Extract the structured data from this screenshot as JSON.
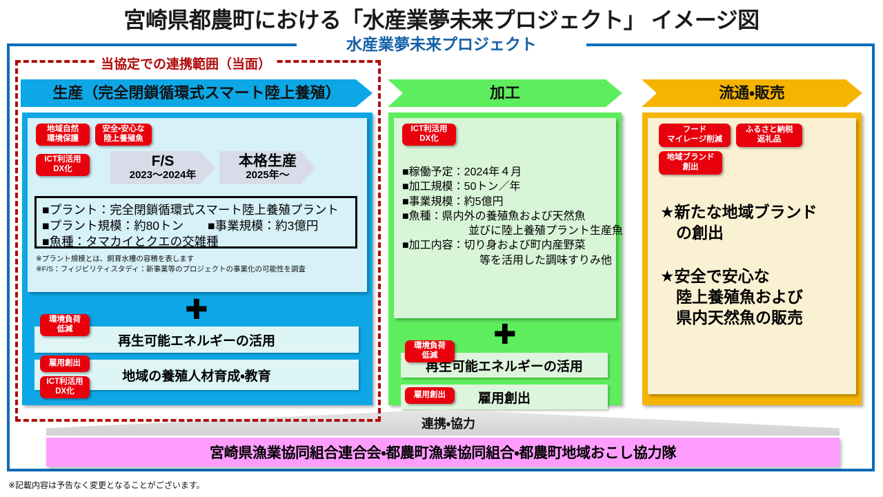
{
  "document": {
    "title": "宮崎県都農町における「水産業夢未来プロジェクト」 イメージ図",
    "frame_title": "水産業夢未来プロジェクト",
    "scope_label": "当協定での連携範囲（当面）",
    "footnote": "※記載内容は予告なく変更となることがございます。"
  },
  "colors": {
    "frame_blue": "#0d6cb8",
    "production_blue": "#0da7e6",
    "processing_green": "#5ded5d",
    "distribution_orange": "#f5b400",
    "tag_red": "#e8000d",
    "scope_red": "#b00b0b",
    "pink": "#ff9dff",
    "phase_gray": "#d8dce8"
  },
  "production": {
    "banner": "生産（完全閉鎖循環式スマート陸上養殖）",
    "tags": [
      {
        "text": "地域自然\n環境保護"
      },
      {
        "text": "安全・安心な\n陸上養殖魚"
      },
      {
        "text": "ICT利活用\nDX化"
      }
    ],
    "phases": [
      {
        "name": "F/S",
        "period": "2023～2024年"
      },
      {
        "name": "本格生産",
        "period": "2025年～"
      }
    ],
    "details": [
      "■プラント：完全閉鎖循環式スマート陸上養殖プラント",
      "■プラント規模：約80トン　　■事業規模：約3億円",
      "■魚種：タマカイとクエの交雑種"
    ],
    "notes": "※プラント規模とは、飼育水槽の容積を表します\n※F/S：フィジビリティスタディ：新事業等のプロジェクトの事業化の可能性を調査",
    "plus": "✚",
    "bars": [
      {
        "label": "再生可能エネルギーの活用",
        "tags": [
          {
            "text": "環境負荷\n低減"
          }
        ]
      },
      {
        "label": "地域の養殖人材育成・教育",
        "tags": [
          {
            "text": "雇用創出"
          },
          {
            "text": "ICT利活用\nDX化"
          }
        ]
      }
    ]
  },
  "processing": {
    "banner": "加工",
    "tags": [
      {
        "text": "ICT利活用\nDX化"
      }
    ],
    "details": [
      "■稼働予定：2024年４月",
      "■加工規模：50トン／年",
      "■事業規模：約5億円",
      "■魚種：県内外の養殖魚および天然魚",
      "　　　　　　並びに陸上養殖プラント生産魚",
      "■加工内容：切り身および町内産野菜",
      "　　　　　　　等を活用した調味すりみ他"
    ],
    "plus": "✚",
    "bars": [
      {
        "label": "再生可能エネルギーの活用",
        "tags": [
          {
            "text": "環境負荷\n低減"
          }
        ]
      },
      {
        "label": "雇用創出",
        "tags": [
          {
            "text": "雇用創出"
          }
        ]
      }
    ]
  },
  "distribution": {
    "banner": "流通・販売",
    "tags": [
      {
        "text": "フード\nマイレージ削減"
      },
      {
        "text": "ふるさと納税\n返礼品"
      },
      {
        "text": "地域ブランド\n創出"
      }
    ],
    "points": [
      "★新たな地域ブランド\n　の創出",
      "★安全で安心な\n　陸上養殖魚および\n　県内天然魚の販売"
    ]
  },
  "bottom": {
    "wedge_label": "連携・協力",
    "partners": "宮崎県漁業協同組合連合会・都農町漁業協同組合・都農町地域おこし協力隊"
  }
}
